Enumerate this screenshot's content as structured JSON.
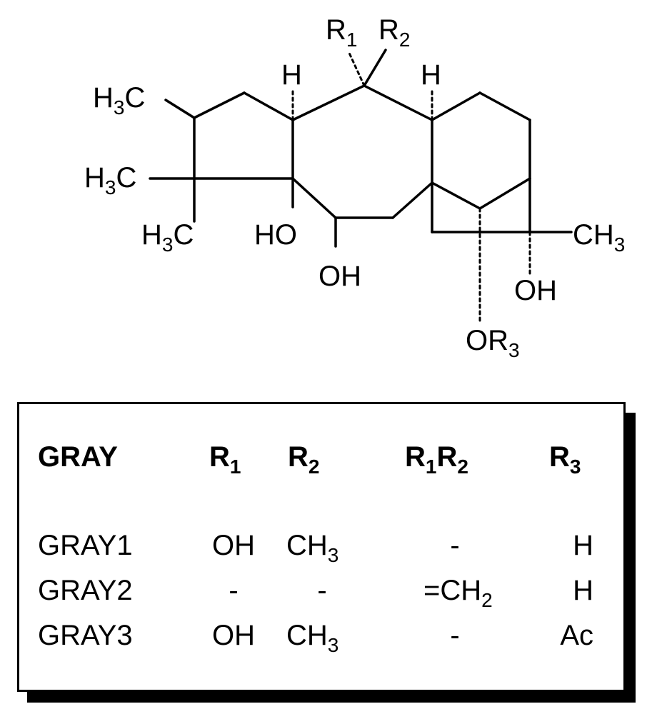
{
  "structure": {
    "labels": {
      "r1": "R",
      "r1_sub": "1",
      "r2": "R",
      "r2_sub": "2",
      "h_top_left": "H",
      "h_top_right": "H",
      "me1": "H",
      "me1_sub": "3",
      "me1_tail": "C",
      "me2": "H",
      "me2_sub": "3",
      "me2_tail": "C",
      "me3": "H",
      "me3_sub": "3",
      "me3_tail": "C",
      "ho": "HO",
      "oh_mid": "OH",
      "ch3": "CH",
      "ch3_sub": "3",
      "oh_right": "OH",
      "or3": "OR",
      "or3_sub": "3"
    }
  },
  "table": {
    "headers": {
      "name": "GRAY",
      "r1": "R",
      "r1_sub": "1",
      "r2": "R",
      "r2_sub": "2",
      "r1r2_a": "R",
      "r1r2_a_sub": "1",
      "r1r2_b": "R",
      "r1r2_b_sub": "2",
      "r3": "R",
      "r3_sub": "3"
    },
    "rows": [
      {
        "name": "GRAY1",
        "r1": "OH",
        "r2": "CH",
        "r2_sub": "3",
        "r1r2": "-",
        "r1r2_sub": "",
        "r3": "H"
      },
      {
        "name": "GRAY2",
        "r1": "-",
        "r2": "-",
        "r2_sub": "",
        "r1r2": "=CH",
        "r1r2_sub": "2",
        "r3": "H"
      },
      {
        "name": "GRAY3",
        "r1": "OH",
        "r2": "CH",
        "r2_sub": "3",
        "r1r2": "-",
        "r1r2_sub": "",
        "r3": "Ac"
      }
    ]
  }
}
